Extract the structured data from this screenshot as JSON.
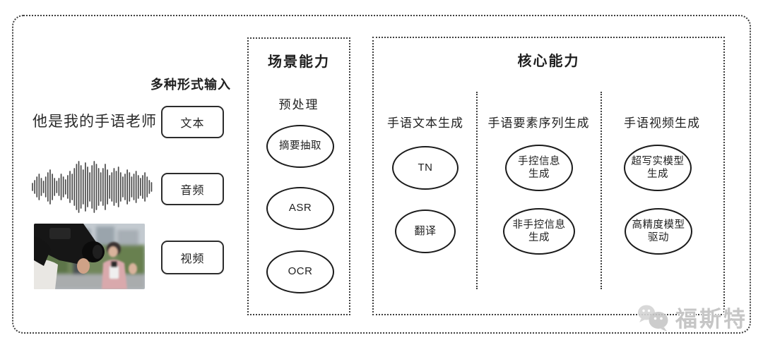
{
  "input_section": {
    "header": "多种形式输入",
    "sample_text": "他是我的手语老师",
    "boxes": [
      {
        "label": "文本"
      },
      {
        "label": "音频"
      },
      {
        "label": "视频"
      }
    ]
  },
  "scene_box": {
    "title": "场景能力",
    "subtitle": "预处理",
    "nodes": [
      {
        "label": "摘要抽取"
      },
      {
        "label": "ASR"
      },
      {
        "label": "OCR"
      }
    ]
  },
  "core_box": {
    "title": "核心能力",
    "columns": [
      {
        "header": "手语文本生成",
        "nodes": [
          {
            "label": "TN"
          },
          {
            "label": "翻译"
          }
        ]
      },
      {
        "header": "手语要素序列生成",
        "nodes": [
          {
            "label": "手控信息\n生成"
          },
          {
            "label": "非手控信息\n生成"
          }
        ]
      },
      {
        "header": "手语视频生成",
        "nodes": [
          {
            "label": "超写实模型\n生成"
          },
          {
            "label": "高精度模型\n驱动"
          }
        ]
      }
    ]
  },
  "watermark": {
    "text": "福斯特",
    "icon": "wechat-icon"
  },
  "colors": {
    "line": "#3f3f3f",
    "text": "#1f1f1f",
    "watermark": "#c6c6c6",
    "background": "#ffffff"
  }
}
